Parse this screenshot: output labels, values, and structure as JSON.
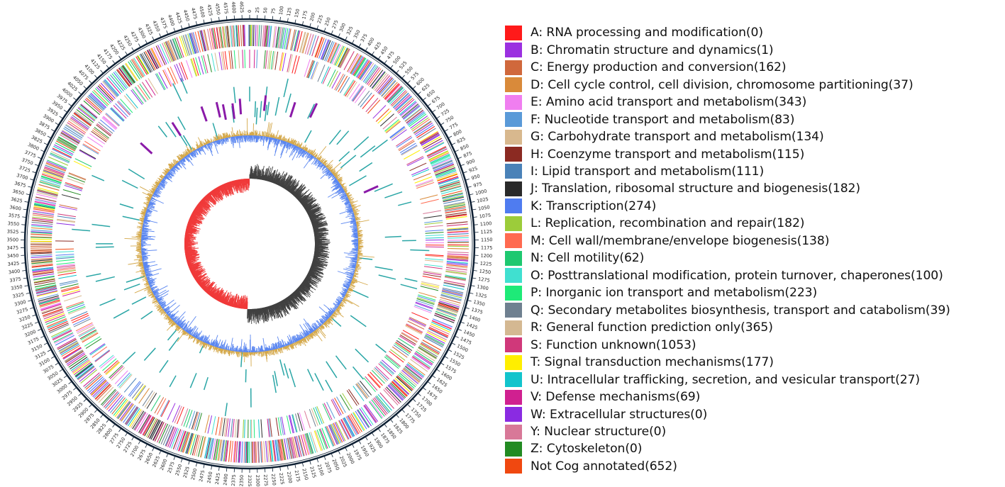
{
  "legend": {
    "items": [
      {
        "code": "A",
        "label": "A: RNA processing and modification(0)",
        "color": "#ff1a1a"
      },
      {
        "code": "B",
        "label": "B: Chromatin structure and dynamics(1)",
        "color": "#9b30e0"
      },
      {
        "code": "C",
        "label": "C: Energy production and conversion(162)",
        "color": "#d0683c"
      },
      {
        "code": "D",
        "label": "D: Cell cycle control, cell division, chromosome partitioning(37)",
        "color": "#d98a3a"
      },
      {
        "code": "E",
        "label": "E: Amino acid transport and metabolism(343)",
        "color": "#f07ef0"
      },
      {
        "code": "F",
        "label": "F: Nucleotide transport and metabolism(83)",
        "color": "#5a9ad8"
      },
      {
        "code": "G",
        "label": "G: Carbohydrate transport and metabolism(134)",
        "color": "#d8b88e"
      },
      {
        "code": "H",
        "label": "H: Coenzyme transport and metabolism(115)",
        "color": "#8b2a22"
      },
      {
        "code": "I",
        "label": "I: Lipid transport and metabolism(111)",
        "color": "#4a82b8"
      },
      {
        "code": "J",
        "label": "J: Translation, ribosomal structure and biogenesis(182)",
        "color": "#2a2a2a"
      },
      {
        "code": "K",
        "label": "K: Transcription(274)",
        "color": "#4f7cf0"
      },
      {
        "code": "L",
        "label": "L: Replication, recombination and repair(182)",
        "color": "#9ccc3a"
      },
      {
        "code": "M",
        "label": "M: Cell wall/membrane/envelope biogenesis(138)",
        "color": "#ff6a50"
      },
      {
        "code": "N",
        "label": "N: Cell motility(62)",
        "color": "#1ec870"
      },
      {
        "code": "O",
        "label": "O: Posttranslational modification, protein turnover, chaperones(100)",
        "color": "#40e0d0"
      },
      {
        "code": "P",
        "label": "P: Inorganic ion transport and metabolism(223)",
        "color": "#1eea78"
      },
      {
        "code": "Q",
        "label": "Q: Secondary metabolites biosynthesis, transport and catabolism(39)",
        "color": "#6f8090"
      },
      {
        "code": "R",
        "label": "R: General function prediction only(365)",
        "color": "#d4b892"
      },
      {
        "code": "S",
        "label": "S: Function unknown(1053)",
        "color": "#d0387a"
      },
      {
        "code": "T",
        "label": "T: Signal transduction mechanisms(177)",
        "color": "#ffee00"
      },
      {
        "code": "U",
        "label": "U: Intracellular trafficking, secretion, and vesicular transport(27)",
        "color": "#12c4cc"
      },
      {
        "code": "V",
        "label": "V: Defense mechanisms(69)",
        "color": "#d02090"
      },
      {
        "code": "W",
        "label": "W: Extracellular structures(0)",
        "color": "#8a2be2"
      },
      {
        "code": "Y",
        "label": "Y: Nuclear structure(0)",
        "color": "#d87898"
      },
      {
        "code": "Z",
        "label": "Z: Cytoskeleton(0)",
        "color": "#228b22"
      },
      {
        "code": "none",
        "label": "Not Cog annotated(652)",
        "color": "#f04810"
      }
    ]
  },
  "genome": {
    "tick_start": 0,
    "tick_end": 4650,
    "tick_step": 25,
    "ring_colors": {
      "backbone": "#0d1f33",
      "rrna_track": "#2aa6a6",
      "trna_track": "#8a1aa8",
      "gc_content_above": "#d4a84a",
      "gc_content_below": "#5a86f0",
      "gc_skew_positive": "#404040",
      "gc_skew_negative": "#f03a3a"
    }
  }
}
